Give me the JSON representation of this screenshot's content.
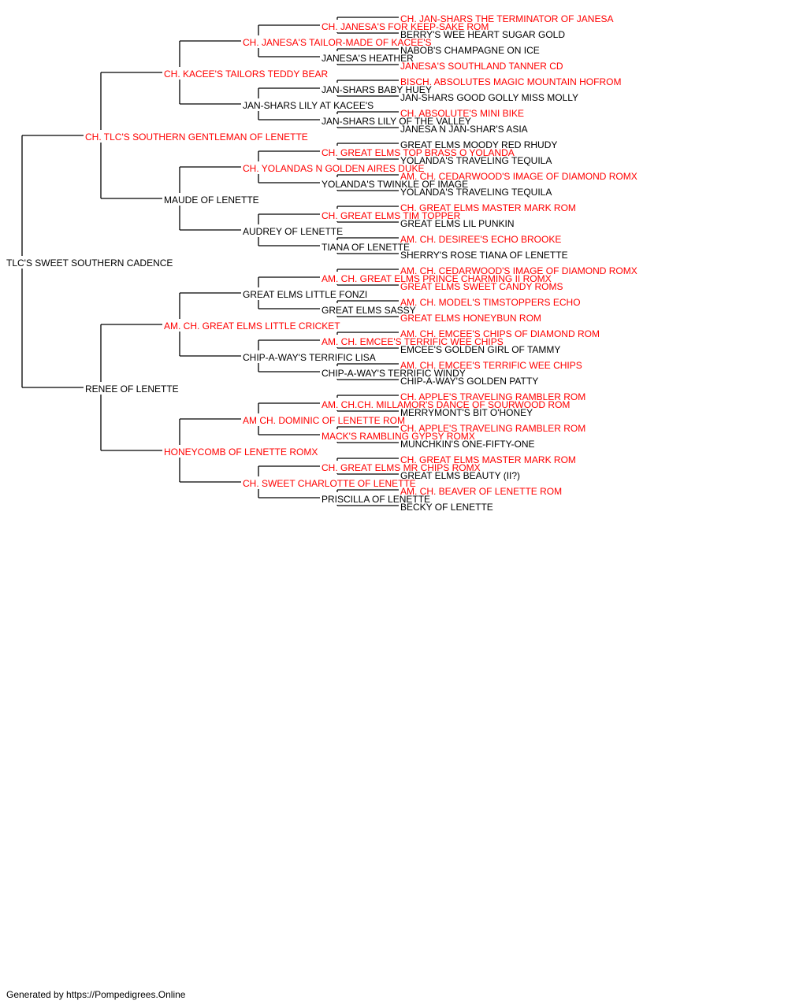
{
  "colors": {
    "champion": "#ff0000",
    "regular": "#000000",
    "line": "#000000"
  },
  "footer": "Generated by https://Pompedigrees.Online",
  "subject": {
    "name": "TLC'S SWEET SOUTHERN CADENCE",
    "champion": false
  },
  "generations": [
    [
      {
        "name": "CH. TLC'S SOUTHERN GENTLEMAN OF LENETTE",
        "champion": true
      },
      {
        "name": "RENEE OF LENETTE",
        "champion": false
      }
    ],
    [
      {
        "name": "CH. KACEE'S TAILORS TEDDY BEAR",
        "champion": true
      },
      {
        "name": "MAUDE OF LENETTE",
        "champion": false
      },
      {
        "name": "AM. CH. GREAT ELMS LITTLE CRICKET",
        "champion": true
      },
      {
        "name": "HONEYCOMB OF LENETTE ROMX",
        "champion": true
      }
    ],
    [
      {
        "name": "CH. JANESA'S TAILOR-MADE OF KACEE'S",
        "champion": true
      },
      {
        "name": "JAN-SHARS LILY AT KACEE'S",
        "champion": false
      },
      {
        "name": "CH. YOLANDAS N GOLDEN AIRES DUKE",
        "champion": true
      },
      {
        "name": "AUDREY OF LENETTE",
        "champion": false
      },
      {
        "name": "GREAT ELMS LITTLE FONZI",
        "champion": false
      },
      {
        "name": "CHIP-A-WAY'S TERRIFIC LISA",
        "champion": false
      },
      {
        "name": "AM CH. DOMINIC OF LENETTE ROM",
        "champion": true
      },
      {
        "name": "CH. SWEET CHARLOTTE OF LENETTE",
        "champion": true
      }
    ],
    [
      {
        "name": "CH. JANESA'S FOR KEEP-SAKE ROM",
        "champion": true
      },
      {
        "name": "JANESA'S HEATHER",
        "champion": false
      },
      {
        "name": "JAN-SHARS BABY HUEY",
        "champion": false
      },
      {
        "name": "JAN-SHARS LILY OF THE VALLEY",
        "champion": false
      },
      {
        "name": "CH. GREAT ELMS TOP BRASS O YOLANDA",
        "champion": true
      },
      {
        "name": "YOLANDA'S TWINKLE OF IMAGE",
        "champion": false
      },
      {
        "name": "CH. GREAT ELMS TIM TOPPER",
        "champion": true
      },
      {
        "name": "TIANA OF LENETTE",
        "champion": false
      },
      {
        "name": "AM. CH. GREAT ELMS PRINCE CHARMING II ROMX",
        "champion": true
      },
      {
        "name": "GREAT ELMS SASSY",
        "champion": false
      },
      {
        "name": "AM. CH. EMCEE'S TERRIFIC WEE CHIPS",
        "champion": true
      },
      {
        "name": "CHIP-A-WAY'S TERRIFIC WINDY",
        "champion": false
      },
      {
        "name": "AM. CH.CH. MILLAMOR'S DANCE OF SOURWOOD ROM",
        "champion": true
      },
      {
        "name": "MACK'S RAMBLING GYPSY ROMX",
        "champion": true
      },
      {
        "name": "CH. GREAT ELMS MR CHIPS ROMX",
        "champion": true
      },
      {
        "name": "PRISCILLA OF LENETTE",
        "champion": false
      }
    ],
    [
      {
        "name": "CH. JAN-SHARS THE TERMINATOR OF JANESA",
        "champion": true
      },
      {
        "name": "BERRY'S WEE HEART SUGAR GOLD",
        "champion": false
      },
      {
        "name": "NABOB'S CHAMPAGNE ON ICE",
        "champion": false
      },
      {
        "name": "JANESA'S SOUTHLAND TANNER CD",
        "champion": true
      },
      {
        "name": "BISCH. ABSOLUTES MAGIC MOUNTAIN HOFROM",
        "champion": true
      },
      {
        "name": "JAN-SHARS GOOD GOLLY MISS MOLLY",
        "champion": false
      },
      {
        "name": "CH. ABSOLUTE'S MINI BIKE",
        "champion": true
      },
      {
        "name": "JANESA N JAN-SHAR'S ASIA",
        "champion": false
      },
      {
        "name": "GREAT ELMS MOODY RED RHUDY",
        "champion": false
      },
      {
        "name": "YOLANDA'S TRAVELING TEQUILA",
        "champion": false
      },
      {
        "name": "AM. CH. CEDARWOOD'S IMAGE OF DIAMOND ROMX",
        "champion": true
      },
      {
        "name": "YOLANDA'S TRAVELING TEQUILA",
        "champion": false
      },
      {
        "name": "CH. GREAT ELMS MASTER MARK ROM",
        "champion": true
      },
      {
        "name": "GREAT ELMS LIL PUNKIN",
        "champion": false
      },
      {
        "name": "AM. CH. DESIREE'S ECHO BROOKE",
        "champion": true
      },
      {
        "name": "SHERRY'S ROSE TIANA OF LENETTE",
        "champion": false
      },
      {
        "name": "AM. CH. CEDARWOOD'S IMAGE OF DIAMOND ROMX",
        "champion": true
      },
      {
        "name": "GREAT ELMS SWEET CANDY ROMS",
        "champion": true
      },
      {
        "name": "AM. CH. MODEL'S TIMSTOPPERS ECHO",
        "champion": true
      },
      {
        "name": "GREAT ELMS HONEYBUN ROM",
        "champion": true
      },
      {
        "name": "AM. CH. EMCEE'S CHIPS OF DIAMOND ROM",
        "champion": true
      },
      {
        "name": "EMCEE'S GOLDEN GIRL OF TAMMY",
        "champion": false
      },
      {
        "name": "AM. CH. EMCEE'S TERRIFIC WEE CHIPS",
        "champion": true
      },
      {
        "name": "CHIP-A-WAY'S GOLDEN PATTY",
        "champion": false
      },
      {
        "name": "CH. APPLE'S TRAVELING RAMBLER ROM",
        "champion": true
      },
      {
        "name": "MERRYMONT'S BIT O'HONEY",
        "champion": false
      },
      {
        "name": "CH. APPLE'S TRAVELING RAMBLER ROM",
        "champion": true
      },
      {
        "name": "MUNCHKIN'S ONE-FIFTY-ONE",
        "champion": false
      },
      {
        "name": "CH. GREAT ELMS MASTER MARK ROM",
        "champion": true
      },
      {
        "name": "GREAT ELMS BEAUTY (II?)",
        "champion": false
      },
      {
        "name": "AM. CH. BEAVER OF LENETTE ROM",
        "champion": true
      },
      {
        "name": "BECKY OF LENETTE",
        "champion": false
      }
    ]
  ]
}
